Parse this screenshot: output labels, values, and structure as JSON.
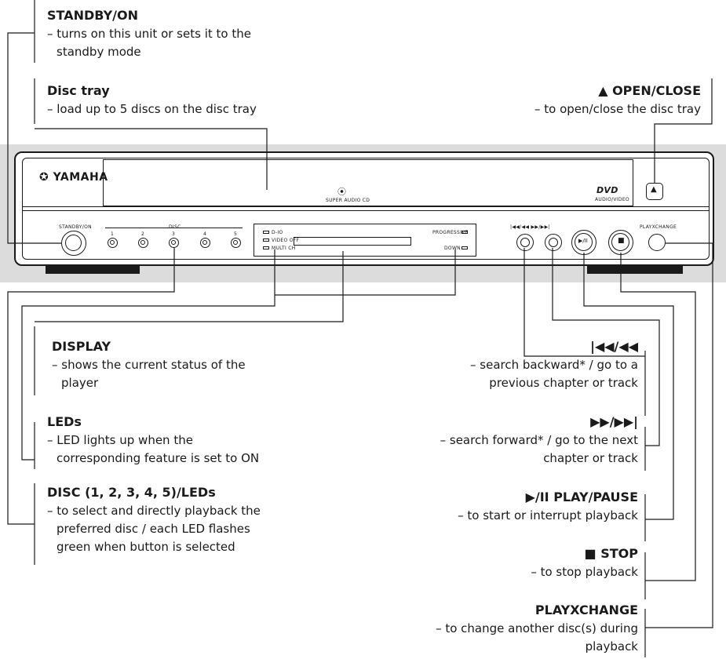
{
  "labels": {
    "standby": {
      "title": "STANDBY/ON",
      "desc": [
        "– turns on this unit or sets it to the",
        "standby mode"
      ]
    },
    "disc_tray": {
      "title": "Disc tray",
      "desc": [
        "– load up to 5 discs on the disc tray"
      ]
    },
    "open_close": {
      "title": "▲ OPEN/CLOSE",
      "desc": [
        "– to open/close the disc tray"
      ]
    },
    "display": {
      "title": "DISPLAY",
      "desc": [
        "– shows the current status of the",
        "player"
      ]
    },
    "leds": {
      "title": "LEDs",
      "desc": [
        "– LED lights up when the",
        "corresponding feature is set to ON"
      ]
    },
    "disc_buttons": {
      "title": "DISC (1, 2, 3, 4, 5)/LEDs",
      "desc": [
        "– to select and directly playback the",
        "preferred disc / each LED flashes",
        "green when button is selected"
      ]
    },
    "prev": {
      "title": "|◀◀/◀◀",
      "desc": [
        "– search backward* / go to a",
        "previous chapter or track"
      ]
    },
    "next": {
      "title": "▶▶/▶▶|",
      "desc": [
        "– search forward* / go to the next",
        "chapter or track"
      ]
    },
    "play_pause": {
      "title": "▶/II PLAY/PAUSE",
      "desc": [
        "– to start or interrupt playback"
      ]
    },
    "stop": {
      "title": "■ STOP",
      "desc": [
        "– to stop playback"
      ]
    },
    "playxchange": {
      "title": "PLAYXCHANGE",
      "desc": [
        "– to change another disc(s) during",
        "playback"
      ]
    }
  },
  "panel": {
    "brand": "YAMAHA",
    "standby_label": "STANDBY/ON",
    "disc_label": "DISC",
    "disc_numbers": [
      "1",
      "2",
      "3",
      "4",
      "5"
    ],
    "sacd_label": "SUPER AUDIO CD",
    "dvd_logo": "DVD",
    "dvd_sub": "AUDIO/VIDEO",
    "led_labels": [
      "D-IO",
      "VIDEO OFF",
      "MULTI CH"
    ],
    "progressive": "PROGRESSIVE",
    "down": "DOWN",
    "skip_labels": "|◀◀/◀◀   ▶▶/▶▶|",
    "play_symbol": "▶/II",
    "stop_symbol": "■",
    "eject_symbol": "▲",
    "playxchange_label": "PLAYXCHANGE"
  }
}
